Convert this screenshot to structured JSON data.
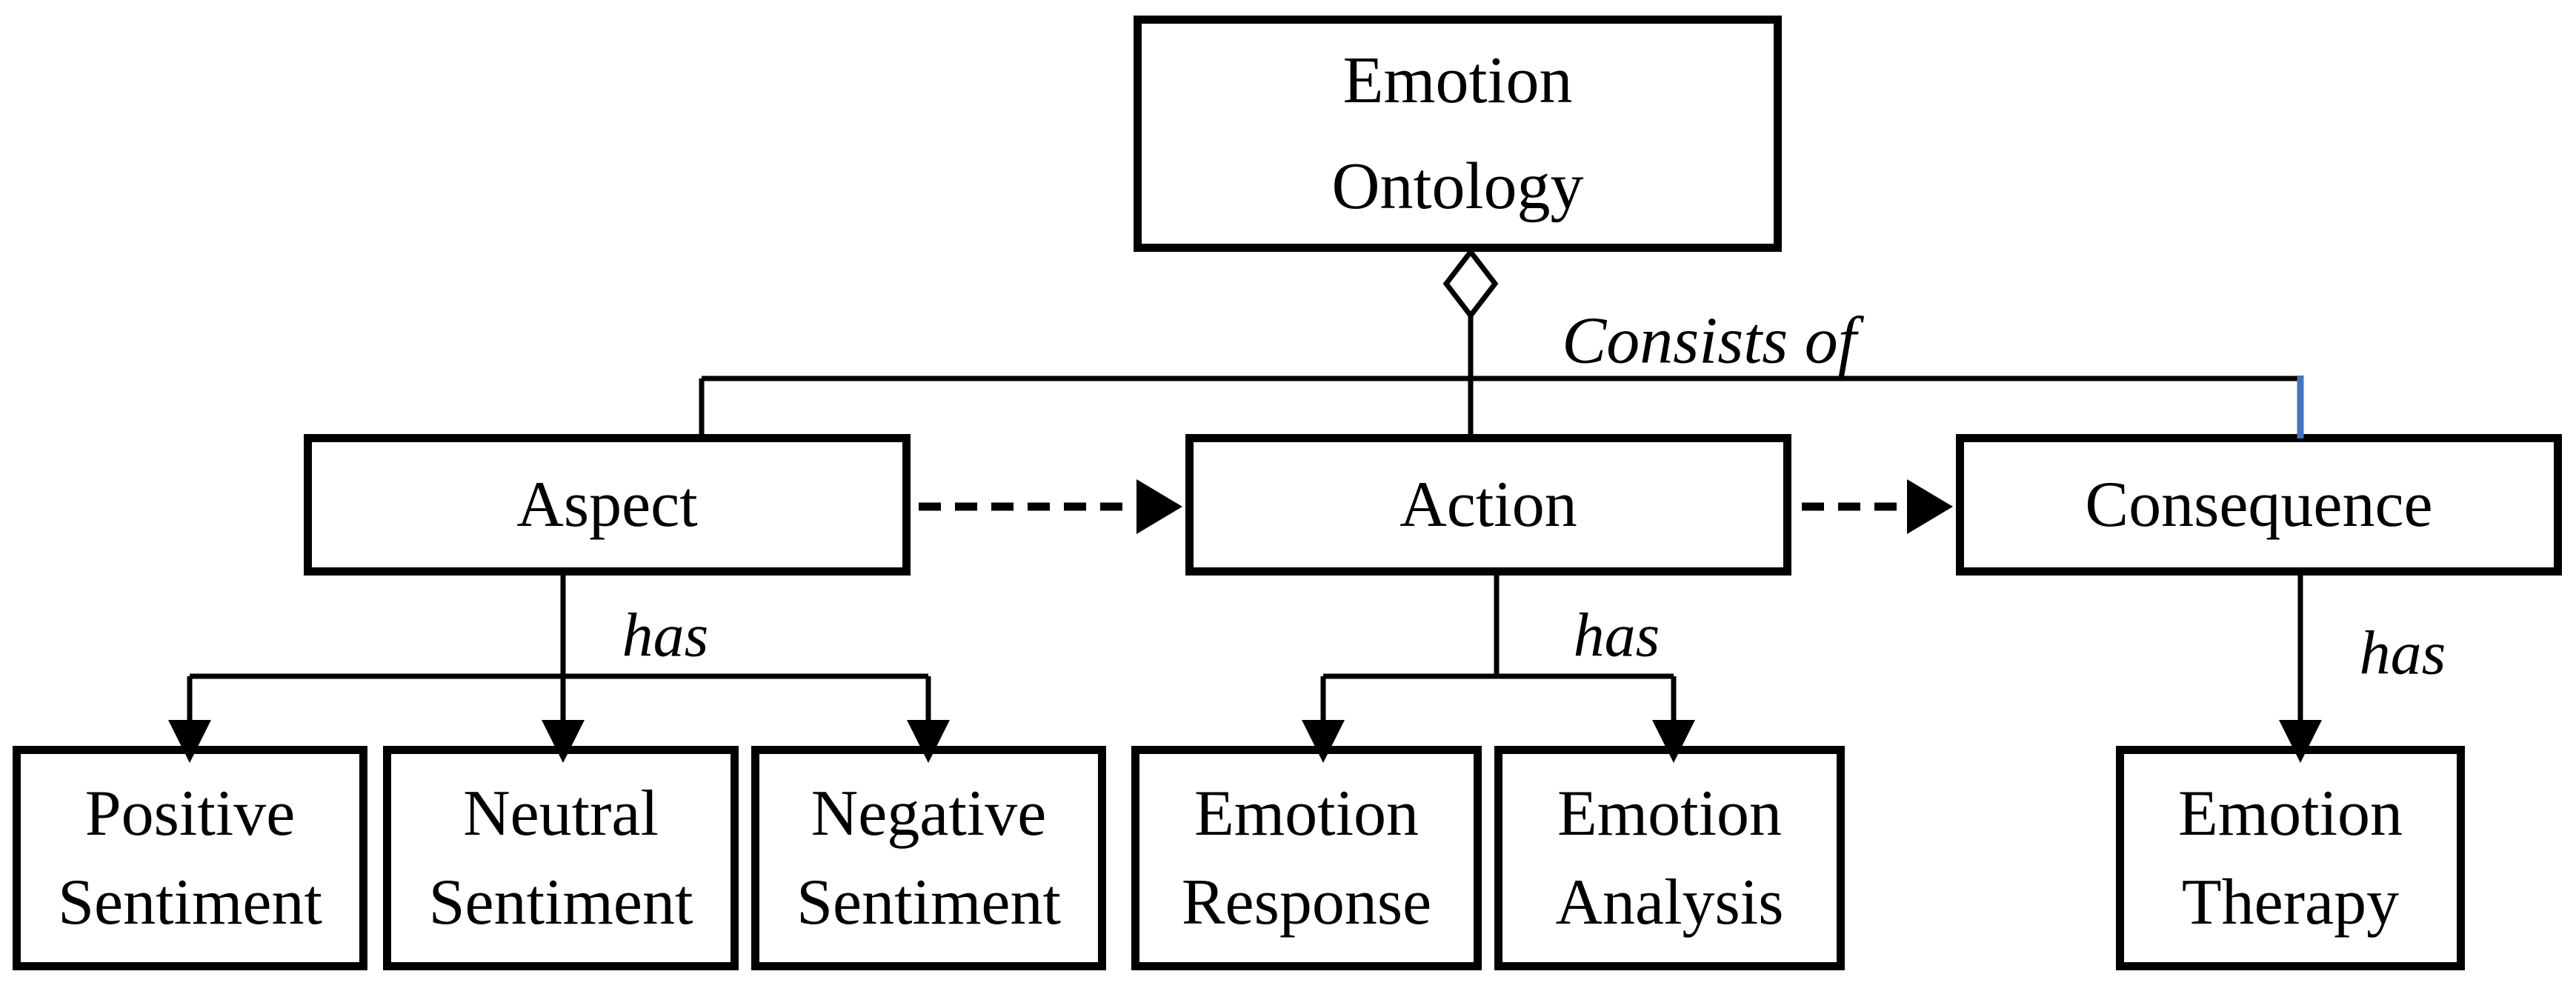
{
  "nodes": {
    "root": {
      "lines": [
        "Emotion",
        "Ontology"
      ]
    },
    "aspect": {
      "label": "Aspect"
    },
    "action": {
      "label": "Action"
    },
    "consequence": {
      "label": "Consequence"
    },
    "positive_sentiment": {
      "lines": [
        "Positive",
        "Sentiment"
      ]
    },
    "neutral_sentiment": {
      "lines": [
        "Neutral",
        "Sentiment"
      ]
    },
    "negative_sentiment": {
      "lines": [
        "Negative",
        "Sentiment"
      ]
    },
    "emotion_response": {
      "lines": [
        "Emotion",
        "Response"
      ]
    },
    "emotion_analysis": {
      "lines": [
        "Emotion",
        "Analysis"
      ]
    },
    "emotion_therapy": {
      "lines": [
        "Emotion",
        "Therapy"
      ]
    }
  },
  "edge_labels": {
    "consists_of": "Consists of",
    "has_aspect": "has",
    "has_action": "has",
    "has_consequence": "has"
  },
  "colors": {
    "line": "#000000",
    "box_fill": "#ffffff",
    "background": "#ffffff",
    "consequence_connector_blue": "#4472C4"
  }
}
